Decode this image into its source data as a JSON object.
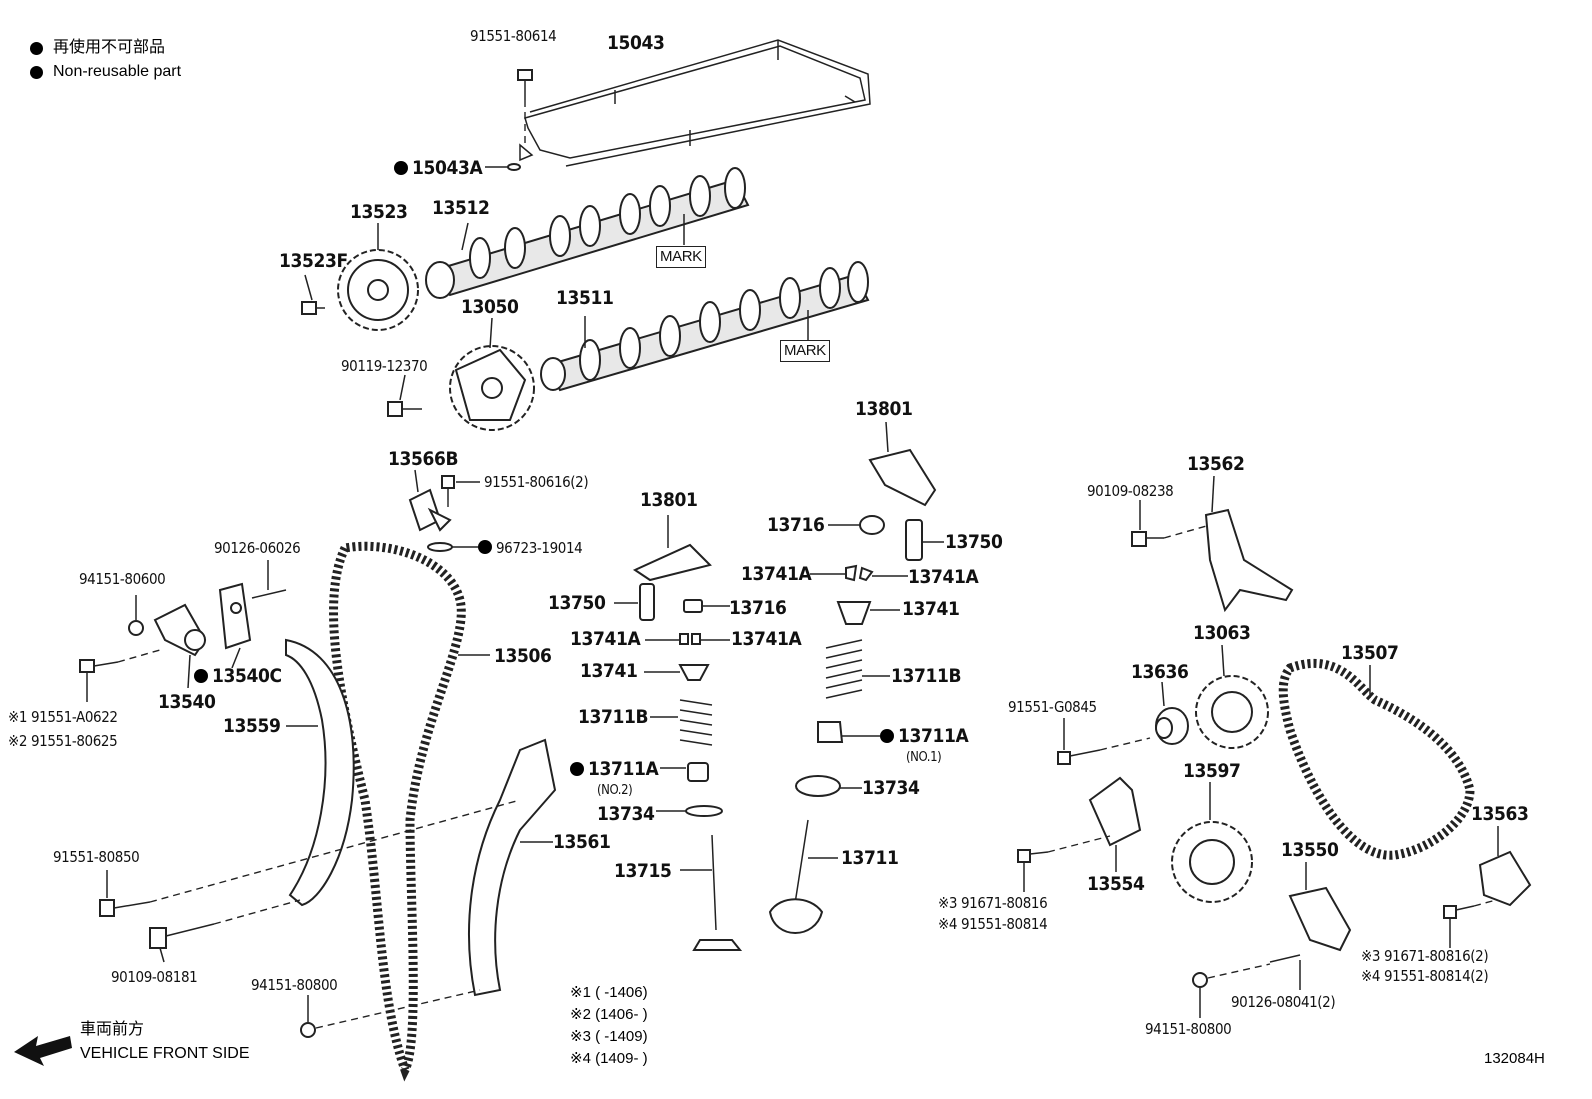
{
  "legend": {
    "line_jp": "再使用不可部品",
    "line_en": "Non-reusable part"
  },
  "labels": {
    "p91551_80614": "91551-80614",
    "p15043": "15043",
    "p15043A": "15043A",
    "p13523": "13523",
    "p13512": "13512",
    "mark_upper": "MARK",
    "p13523F": "13523F",
    "p13050": "13050",
    "p13511": "13511",
    "mark_lower": "MARK",
    "p90119_12370": "90119-12370",
    "p13801_right": "13801",
    "p13566B": "13566B",
    "p91551_80616": "91551-80616(2)",
    "p13801_mid": "13801",
    "p96723_19014": "96723-19014",
    "p90126_06026": "90126-06026",
    "p94151_80600": "94151-80600",
    "p13716_right": "13716",
    "p13750_right": "13750",
    "p13741A_r1": "13741A",
    "p13741A_r2": "13741A",
    "p13741_right": "13741",
    "p13750_mid": "13750",
    "p13716_mid": "13716",
    "p13741A_m1": "13741A",
    "p13741A_m2": "13741A",
    "p13506": "13506",
    "p13741_mid": "13741",
    "p13711B_right": "13711B",
    "p13540C": "13540C",
    "p13540": "13540",
    "p13559": "13559",
    "p13711B_mid": "13711B",
    "p13711A_right": "13711A",
    "no1": "(NO.1)",
    "p13711A_mid": "13711A",
    "no2": "(NO.2)",
    "p91551_A0622": "※1 91551-A0622",
    "p91551_80625": "※2 91551-80625",
    "p13734_right": "13734",
    "p13734_mid": "13734",
    "p13561": "13561",
    "p91551_80850": "91551-80850",
    "p13715": "13715",
    "p13711": "13711",
    "p90109_08181": "90109-08181",
    "p94151_80800_left": "94151-80800",
    "p90109_08238": "90109-08238",
    "p13562": "13562",
    "p13063": "13063",
    "p13636": "13636",
    "p13507": "13507",
    "p91551_G0845": "91551-G0845",
    "p13597": "13597",
    "p13563": "13563",
    "p13550": "13550",
    "p13554": "13554",
    "p91671_80816": "※3 91671-80816",
    "p91551_80814": "※4 91551-80814",
    "p91671_80816_2": "※3 91671-80816(2)",
    "p91551_80814_2": "※4 91551-80814(2)",
    "p90126_08041": "90126-08041(2)",
    "p94151_80800_right": "94151-80800"
  },
  "footnotes": {
    "n1": "※1 (       -1406)",
    "n2": "※2 (1406-       )",
    "n3": "※3 (       -1409)",
    "n4": "※4 (1409-       )"
  },
  "front": {
    "jp": "車両前方",
    "en": "VEHICLE FRONT SIDE"
  },
  "figure_id": "132084H"
}
